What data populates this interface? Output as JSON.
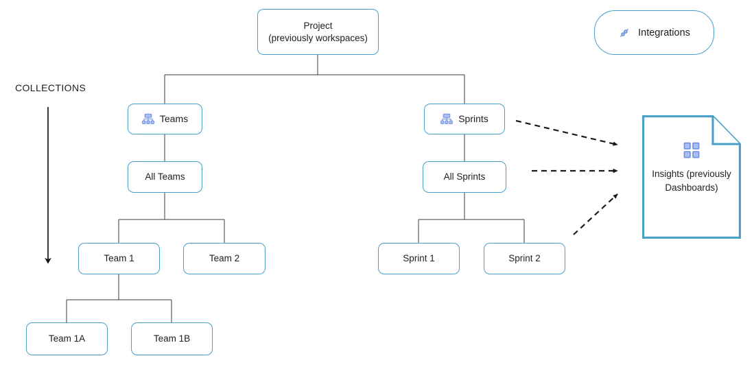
{
  "diagram": {
    "type": "hierarchy-tree",
    "accent_color": "#4a9fc8",
    "icon_color": "#6a8fe0",
    "connector_color": "#3a3a3a",
    "background": "#ffffff",
    "section_label": "COLLECTIONS",
    "root": {
      "id": "project",
      "line1": "Project",
      "line2": "(previously workspaces)"
    },
    "branches": [
      {
        "id": "teams",
        "label": "Teams",
        "icon": "org-chart-icon",
        "child": {
          "id": "all-teams",
          "label": "All Teams"
        },
        "grandchildren": [
          {
            "id": "team-1",
            "label": "Team 1"
          },
          {
            "id": "team-2",
            "label": "Team 2"
          }
        ],
        "great_grandchildren": [
          {
            "id": "team-1a",
            "label": "Team 1A"
          },
          {
            "id": "team-1b",
            "label": "Team 1B"
          }
        ]
      },
      {
        "id": "sprints",
        "label": "Sprints",
        "icon": "org-chart-icon",
        "child": {
          "id": "all-sprints",
          "label": "All Sprints"
        },
        "grandchildren": [
          {
            "id": "sprint-1",
            "label": "Sprint 1"
          },
          {
            "id": "sprint-2",
            "label": "Sprint 2"
          }
        ],
        "great_grandchildren": []
      }
    ],
    "integrations": {
      "id": "integrations",
      "label": "Integrations",
      "icon": "chain-link-icon"
    },
    "insights": {
      "id": "insights",
      "icon": "grid-2x2-icon",
      "line1": "Insights",
      "line2": "(previously",
      "line3": "Dashboards)"
    },
    "dashed_arrows": [
      {
        "from": "sprints",
        "to": "insights"
      },
      {
        "from": "all-sprints",
        "to": "insights"
      },
      {
        "from": "sprint-2",
        "to": "insights"
      }
    ]
  }
}
